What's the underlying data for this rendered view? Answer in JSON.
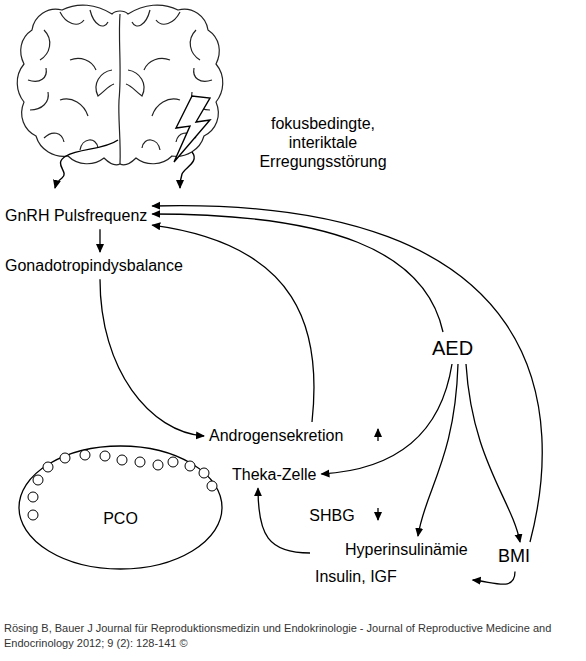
{
  "diagram": {
    "caption": "Rösing B, Bauer J Journal für Reproduktionsmedizin und Endokrinologie - Journal of Reproductive Medicine and Endocrinology 2012; 9 (2): 128-141 ©",
    "nodes": [
      {
        "text": [
          "GnRH Pulsfrequenz"
        ]
      },
      {
        "text": [
          "Gonadotropindysbalance"
        ]
      },
      {
        "text": [
          "AED"
        ]
      },
      {
        "text": [
          "Androgensekretion"
        ]
      },
      {
        "text": [
          "PCO"
        ]
      },
      {
        "text": [
          "Theka-Zelle"
        ]
      },
      {
        "text": [
          "Hyperinsulinämie",
          "Insulin, IGF"
        ]
      },
      {
        "text": [
          "BMI"
        ]
      }
    ],
    "edges": [
      {
        "from": 0,
        "to": 1,
        "arrow": "to"
      },
      {
        "from": 1,
        "to": 3,
        "arrow": "to"
      },
      {
        "from": 3,
        "to": 0,
        "arrow": "to"
      },
      {
        "from": 2,
        "to": 0,
        "arrow": "to"
      },
      {
        "from": 7,
        "to": 0,
        "arrow": "to"
      },
      {
        "from": 2,
        "to": 5,
        "arrow": "to"
      },
      {
        "from": 2,
        "to": 6,
        "arrow": "to"
      },
      {
        "from": 2,
        "to": 7,
        "arrow": "to"
      },
      {
        "from": 7,
        "to": 6,
        "arrow": "to"
      },
      {
        "from": 6,
        "to": 5,
        "arrow": "to"
      }
    ],
    "labels": [
      "fokusbedingte, interiktale Erregungsstörung",
      "SHBG"
    ]
  }
}
